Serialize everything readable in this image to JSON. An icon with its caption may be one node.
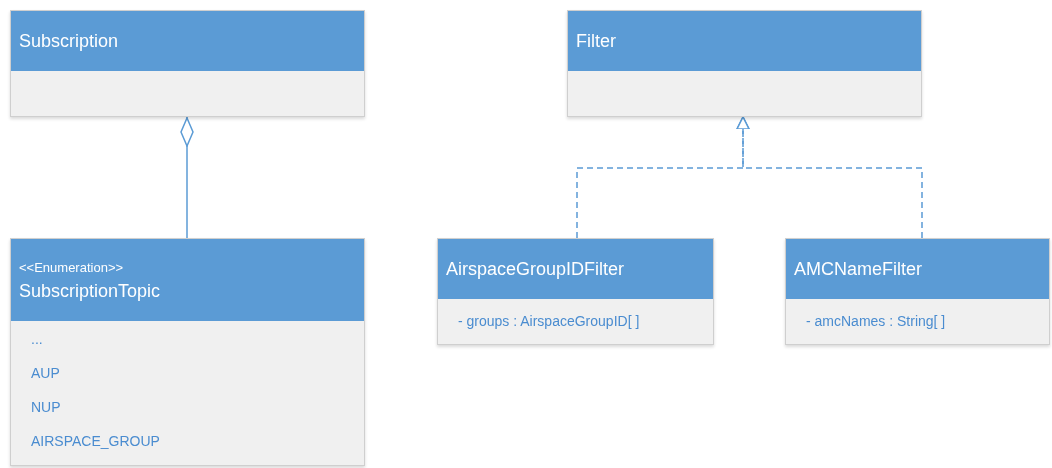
{
  "diagram": {
    "nodes": [
      {
        "text": [
          "Subscription"
        ]
      },
      {
        "text": [
          "<<Enumeration>>",
          "SubscriptionTopic",
          "...",
          "AUP",
          "NUP",
          "AIRSPACE_GROUP"
        ]
      },
      {
        "text": [
          "Filter"
        ]
      },
      {
        "text": [
          "AirspaceGroupIDFilter",
          "- groups : AirspaceGroupID[ ]"
        ]
      },
      {
        "text": [
          "AMCNameFilter",
          "- amcNames : String[ ]"
        ]
      }
    ],
    "edges": [
      {
        "from": 0,
        "to": 1,
        "arrow": "other"
      },
      {
        "from": 3,
        "to": 2,
        "arrow": "to",
        "style": "dashed"
      },
      {
        "from": 4,
        "to": 2,
        "arrow": "to",
        "style": "dashed"
      }
    ]
  }
}
